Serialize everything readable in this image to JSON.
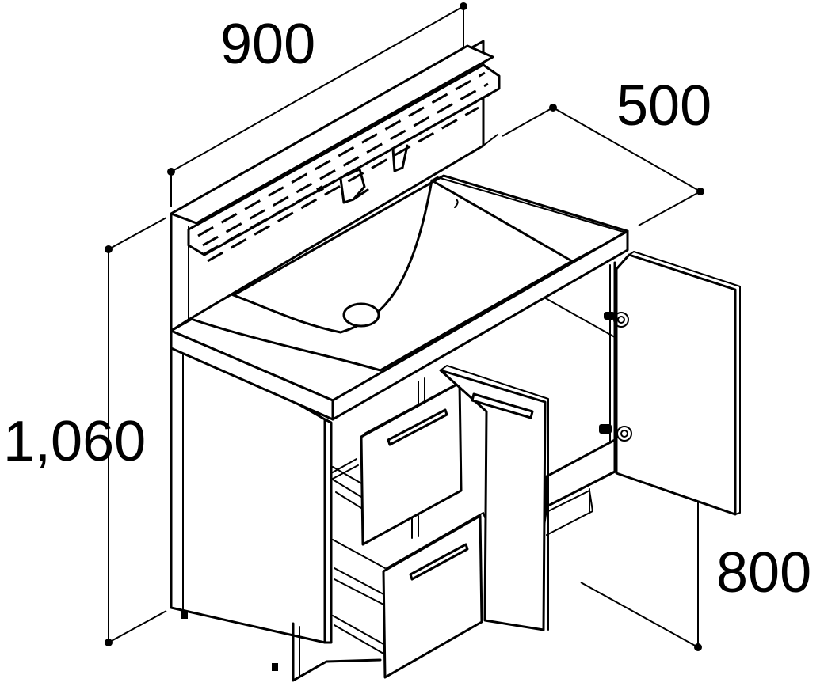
{
  "dimensions": {
    "width": "900",
    "depth": "500",
    "total_height": "1,060",
    "counter_height": "800"
  }
}
